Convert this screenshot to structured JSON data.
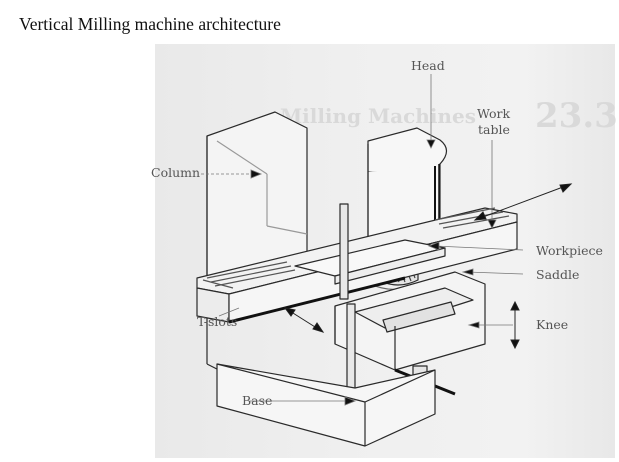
{
  "title": "Vertical Milling machine architecture",
  "figure": {
    "name": "vertical-milling-machine-diagram",
    "labels": {
      "head": "Head",
      "work_table_line1": "Work",
      "work_table_line2": "table",
      "column": "Column",
      "workpiece": "Workpiece",
      "saddle": "Saddle",
      "t_slots": "T-slots",
      "knee": "Knee",
      "base": "Base"
    },
    "bleed_through_text": {
      "section_number": "23.3",
      "section_title": "Milling Machines"
    }
  }
}
